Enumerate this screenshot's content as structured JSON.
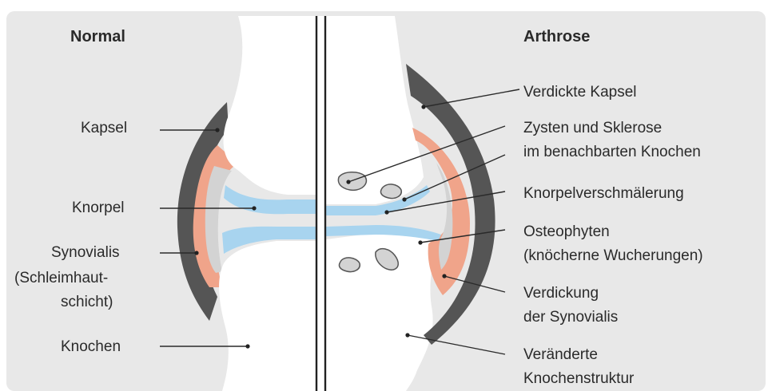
{
  "normal": {
    "title": "Normal",
    "labels": {
      "kapsel": "Kapsel",
      "knorpel": "Knorpel",
      "synovialis": [
        "Synovialis",
        "(Schleimhaut-",
        "schicht)"
      ],
      "knochen": "Knochen"
    }
  },
  "arthrose": {
    "title": "Arthrose",
    "labels": {
      "verdickte_kapsel": "Verdickte Kapsel",
      "zysten": [
        "Zysten und Sklerose",
        "im benachbarten Knochen"
      ],
      "knorpelverschmaelerung": "Knorpelverschmälerung",
      "osteophyten": [
        "Osteophyten",
        "(knöcherne Wucherungen)"
      ],
      "verdickung": [
        "Verdickung",
        "der Synovialis"
      ],
      "veraenderte": [
        "Veränderte",
        "Knochenstruktur"
      ]
    }
  },
  "colors": {
    "background": "#e8e8e8",
    "capsule": "#555555",
    "synovialis": "#f0a48a",
    "cartilage": "#a8d4ef",
    "bone": "#ffffff",
    "joint_space": "#d3d3d3"
  }
}
